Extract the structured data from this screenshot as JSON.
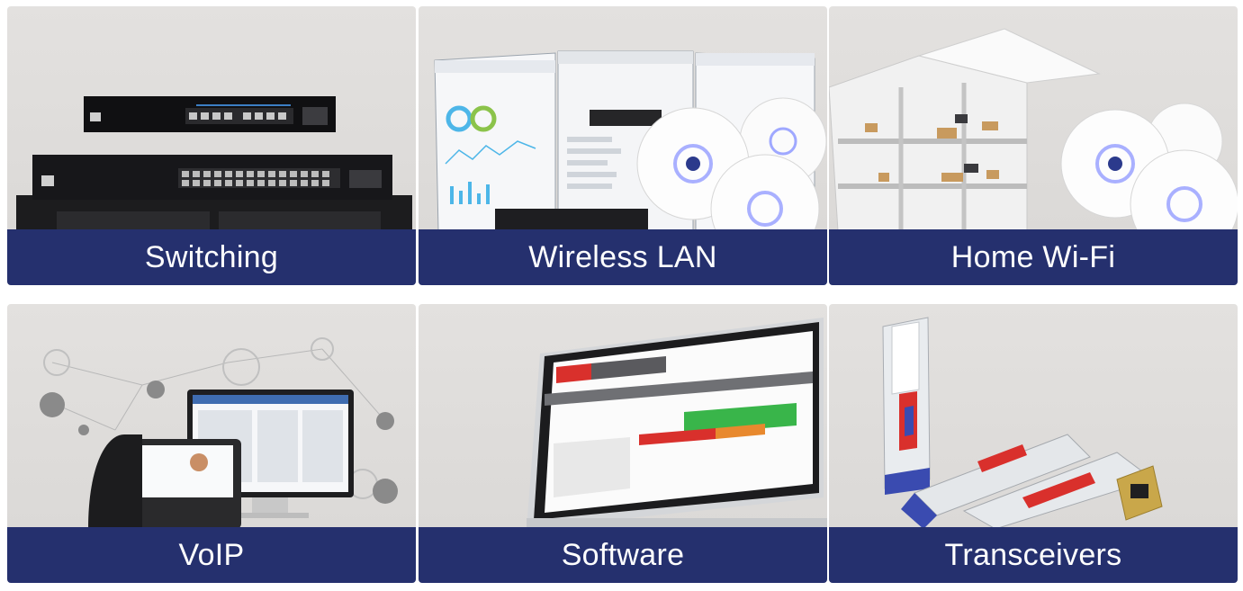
{
  "tiles": [
    {
      "label": "Switching"
    },
    {
      "label": "Wireless LAN"
    },
    {
      "label": "Home Wi-Fi"
    },
    {
      "label": "VoIP"
    },
    {
      "label": "Software"
    },
    {
      "label": "Transceivers"
    }
  ],
  "colors": {
    "banner": "#25306e",
    "tile_background": "#dedcda",
    "accent_red": "#d9302c",
    "accent_green": "#39b54a",
    "accent_orange": "#e8892e"
  },
  "icons": [
    "network-switch-icon",
    "wireless-dashboard-icon",
    "home-network-icon",
    "ip-phone-icon",
    "software-monitor-icon",
    "sfp-transceiver-icon"
  ]
}
